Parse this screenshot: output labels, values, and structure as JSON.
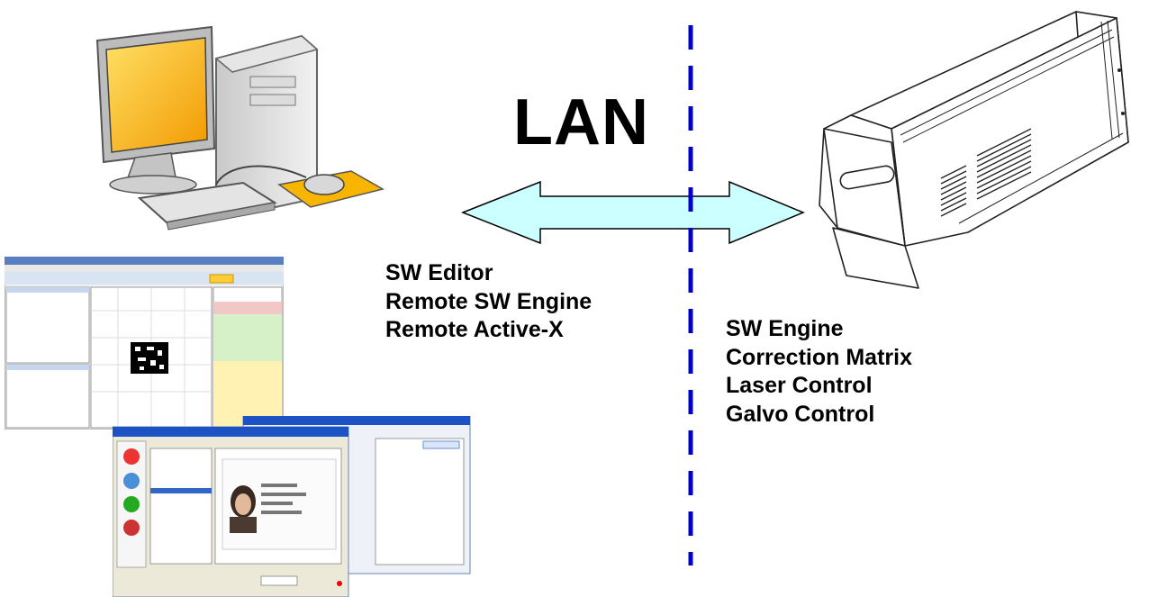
{
  "lan_label": "LAN",
  "left_labels": [
    "SW Editor",
    "Remote SW Engine",
    "Remote Active-X"
  ],
  "right_labels": [
    "SW Engine",
    "Correction Matrix",
    "Laser Control",
    "Galvo Control"
  ],
  "colors": {
    "arrow_fill": "#ccffff",
    "divider": "#0000cc",
    "monitor_screen": "#f5a800"
  },
  "icons": [
    "desktop-computer-icon",
    "laser-marking-head-icon"
  ]
}
